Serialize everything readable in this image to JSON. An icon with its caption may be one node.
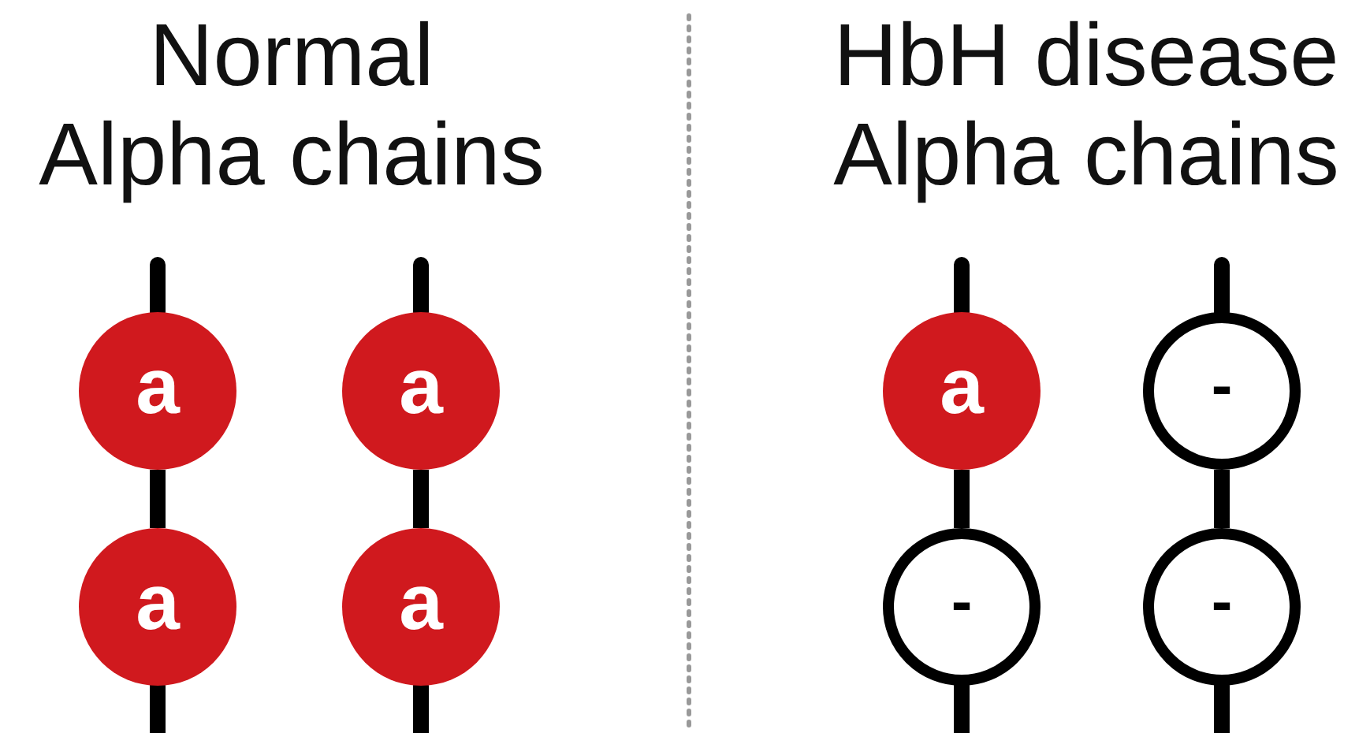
{
  "diagram": {
    "nodes": [
      {
        "text": [
          "a"
        ]
      },
      {
        "text": [
          "a"
        ]
      },
      {
        "text": [
          "a"
        ]
      },
      {
        "text": [
          "-"
        ]
      },
      {
        "text": [
          "a"
        ]
      },
      {
        "text": [
          "a"
        ]
      },
      {
        "text": [
          "-"
        ]
      },
      {
        "text": [
          "-"
        ]
      }
    ],
    "edges": [
      {
        "from": null,
        "to": 0,
        "arrow": "none"
      },
      {
        "from": 0,
        "to": 4,
        "arrow": "none"
      },
      {
        "from": 4,
        "to": null,
        "arrow": "none"
      },
      {
        "from": null,
        "to": 1,
        "arrow": "none"
      },
      {
        "from": 1,
        "to": 5,
        "arrow": "none"
      },
      {
        "from": 5,
        "to": null,
        "arrow": "none"
      },
      {
        "from": null,
        "to": 2,
        "arrow": "none"
      },
      {
        "from": 2,
        "to": 6,
        "arrow": "none"
      },
      {
        "from": 6,
        "to": null,
        "arrow": "none"
      },
      {
        "from": null,
        "to": 3,
        "arrow": "none"
      },
      {
        "from": 3,
        "to": 7,
        "arrow": "none"
      },
      {
        "from": 7,
        "to": null,
        "arrow": "none"
      }
    ],
    "labels": [
      "Normal Alpha chains",
      "HbH disease Alpha chains"
    ]
  }
}
